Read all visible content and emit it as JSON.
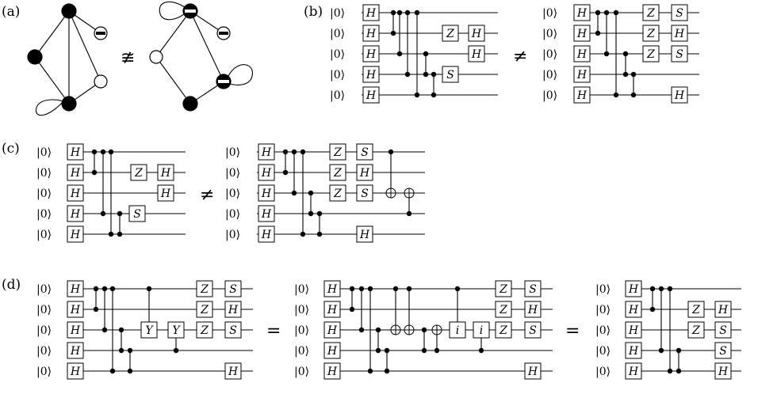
{
  "panel_labels": {
    "a": "(a)",
    "b": "(b)",
    "c": "(c)",
    "d": "(d)"
  },
  "relations": {
    "not_iso": "≇",
    "neq": "≠",
    "eq": "="
  },
  "ket": "|0⟩",
  "gate_labels": {
    "H": "H",
    "Z": "Z",
    "S": "S",
    "Y": "Y",
    "i": "i"
  },
  "colors": {
    "ink": "#000000",
    "paper": "#ffffff"
  }
}
